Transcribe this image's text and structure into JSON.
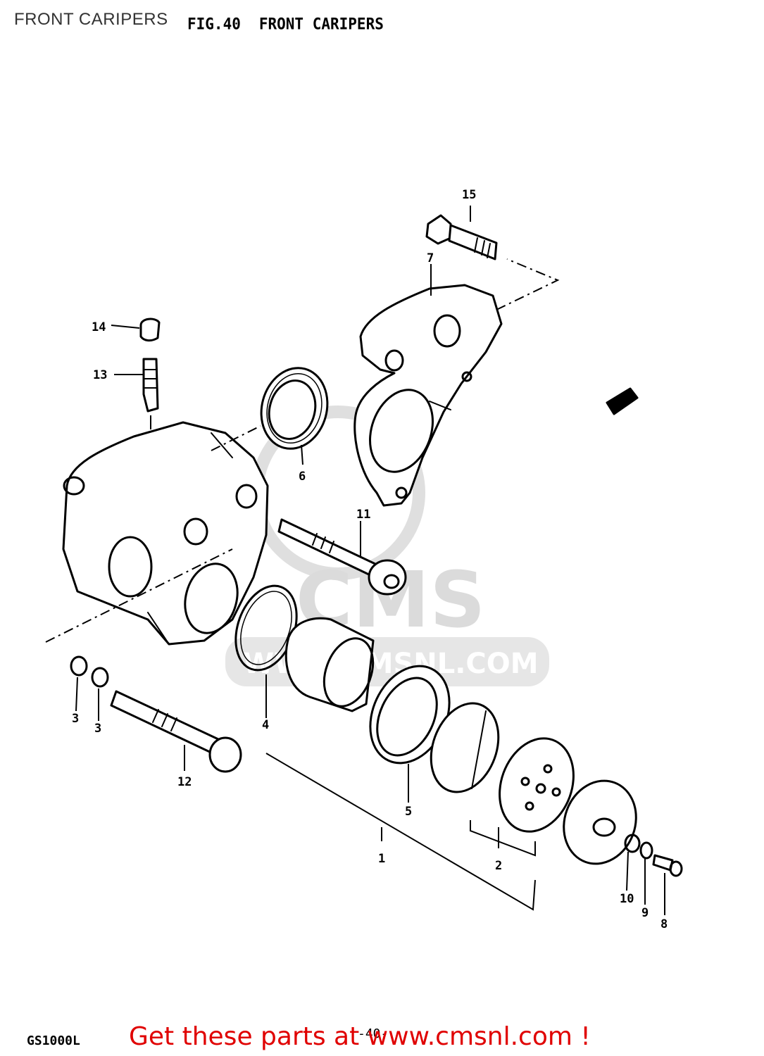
{
  "page_title": "FRONT CARIPERS",
  "figure": {
    "number_label": "FIG.40",
    "caption": "FRONT CARIPERS"
  },
  "model_code": "GS1000L",
  "page_number": "-40-",
  "promo_text": "Get these parts at www.cmsnl.com !",
  "watermark": {
    "brand": "CMS",
    "url": "WWW.CMSNL.COM"
  },
  "callouts": [
    "15",
    "7",
    "14",
    "13",
    "6",
    "11",
    "3",
    "3",
    "12",
    "4",
    "5",
    "1",
    "2",
    "10",
    "9",
    "8"
  ],
  "colors": {
    "promo": "#e00000",
    "ink": "#000000",
    "watermark": "#d8d8d8"
  }
}
